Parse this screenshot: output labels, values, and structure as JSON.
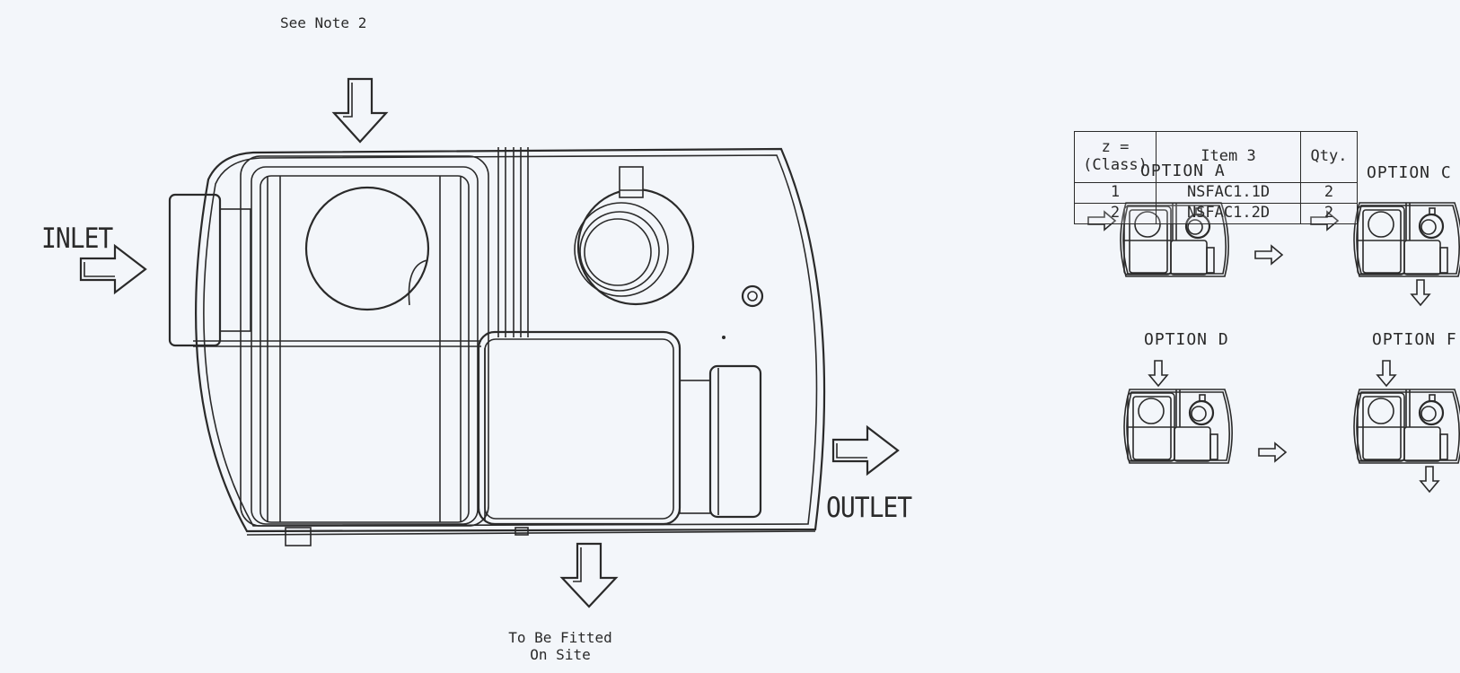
{
  "labels": {
    "see_note": "See Note 2",
    "inlet": "INLET",
    "outlet": "OUTLET",
    "fit_line1": "To Be Fitted",
    "fit_line2": "On Site",
    "option_a": "OPTION A",
    "option_c": "OPTION C",
    "option_d": "OPTION D",
    "option_f": "OPTION F"
  },
  "table": {
    "headers": [
      "z =\n(Class)",
      "Item 3",
      "Qty."
    ],
    "rows": [
      [
        "1",
        "NSFAC1.1D",
        "2"
      ],
      [
        "2",
        "NSFAC1.2D",
        "2"
      ]
    ]
  },
  "colors": {
    "line": "#2a2a2a",
    "background": "#f3f6fa"
  }
}
